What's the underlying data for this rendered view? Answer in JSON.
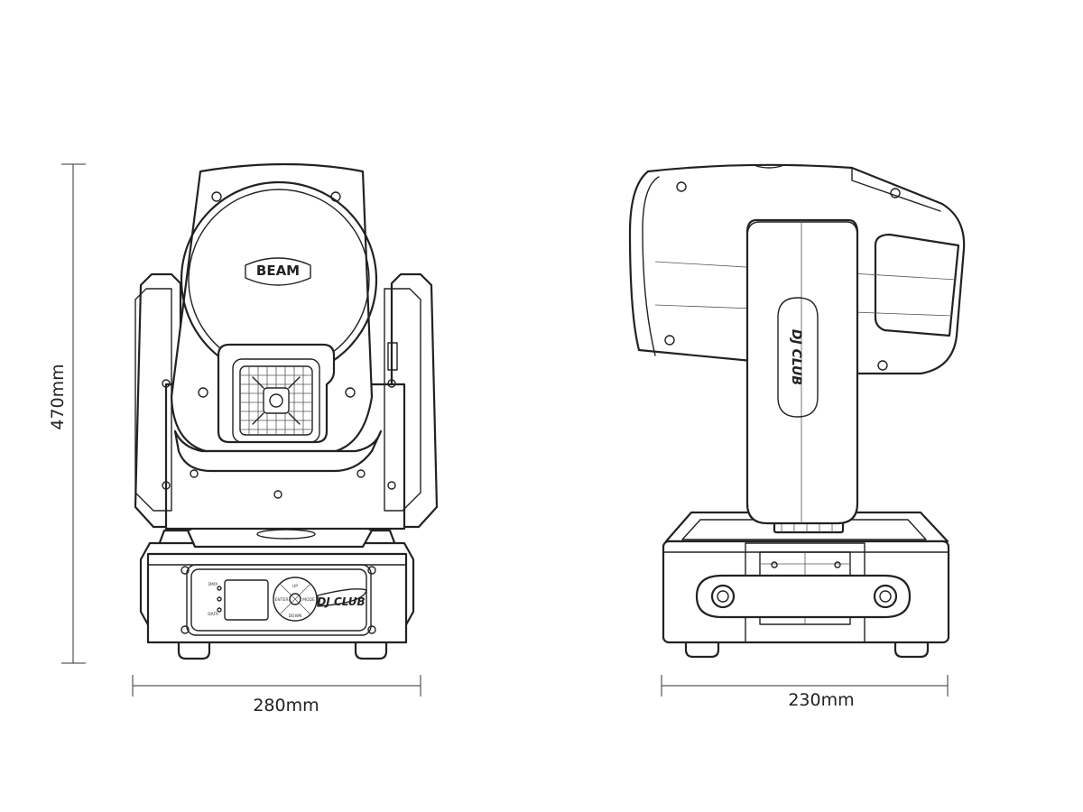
{
  "dimensions": {
    "height": "470mm",
    "front_width": "280mm",
    "side_width": "230mm"
  },
  "branding": {
    "front_badge": "BEAM",
    "brand_logo": "DJ CLUB"
  },
  "control_panel": {
    "leds": [
      "DMX",
      "",
      "DATA"
    ],
    "buttons": [
      "ENTER",
      "MODE",
      "UP",
      "DOWN"
    ]
  },
  "colors": {
    "line": "#222222",
    "background": "#ffffff"
  }
}
